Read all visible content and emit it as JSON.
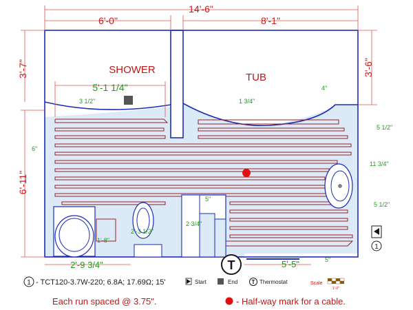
{
  "dimensions": {
    "overall_width": "14'-6\"",
    "shower_width": "6'-0\"",
    "tub_width": "8'-1\"",
    "left_top_height": "3'-7\"",
    "left_bottom_height": "6'-11\"",
    "right_top_height": "3'-6\"",
    "bottom_left_width": "2'-9 3/4\"",
    "bottom_right_width": "5'-5\""
  },
  "rooms": {
    "shower": "SHOWER",
    "tub": "TUB"
  },
  "annotations": {
    "shower_run": "5'-1 1/4\"",
    "shower_gap": "3 1/2\"",
    "tub_gap": "1 3/4\"",
    "right_top": "4\"",
    "right_a": "5 1/2\"",
    "left_side": "6\"",
    "right_mid": "11 3/4\"",
    "right_b": "5 1/2\"",
    "center_small": "5\"",
    "vanity_side": "2 3/4\"",
    "toilet_depth": "1'-8\"",
    "sink_width": "2'-3 1/2\"",
    "bottom_right": "5\""
  },
  "legend": {
    "cable_number": "1",
    "cable_spec": "- TCT120-3.7W-220; 6.8A; 17.69Ω; 15'",
    "start_label": "Start",
    "end_label": "End",
    "thermostat_symbol": "T",
    "thermostat_label": "Thermostat",
    "scale_label": "Scale",
    "scale_value": "1'-0\""
  },
  "footer": {
    "spacing": "Each run spaced @ 3.75\".",
    "halfway": "- Half-way mark for a cable."
  },
  "colors": {
    "wall": "#1a2cb8",
    "heated_area": "#dce9f7",
    "cable": "#9a2020",
    "dimension_red": "#d01818",
    "dimension_green": "#1f9a1f",
    "halfway_dot": "#e01010"
  },
  "icons": [
    "start-triangle-icon",
    "end-square-icon",
    "thermostat-icon",
    "halfway-dot-icon",
    "cable-number-icon"
  ]
}
